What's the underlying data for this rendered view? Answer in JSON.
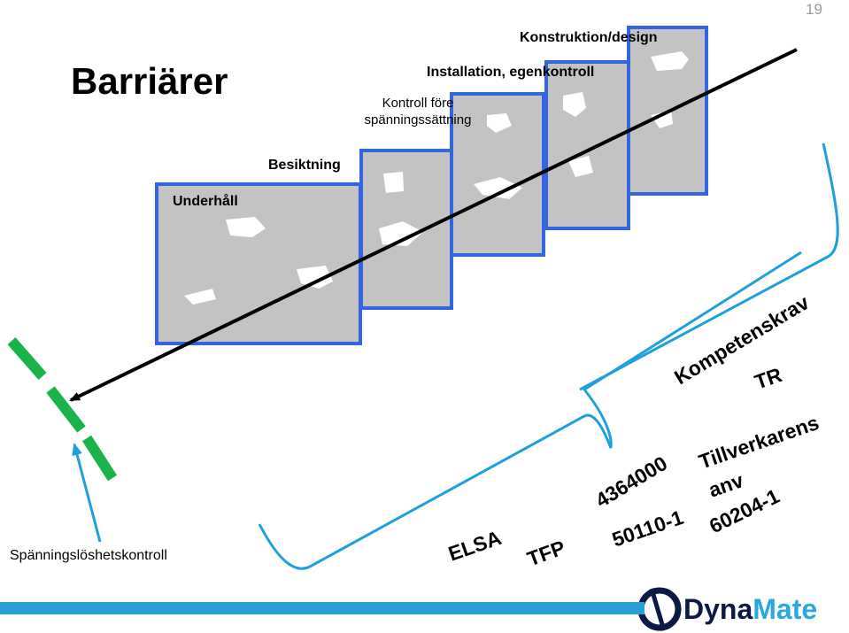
{
  "page_number": "19",
  "title": "Barriärer",
  "layers": [
    {
      "label": "Konstruktion/design"
    },
    {
      "label": "Installation, egenkontroll"
    },
    {
      "label": "Kontroll före spänningssättning"
    },
    {
      "label": "Besiktning"
    },
    {
      "label": "Underhåll"
    }
  ],
  "barrier_label": "Spänningslöshetskontroll",
  "standards": {
    "elsa": "ELSA",
    "tfp": "TFP",
    "n4364000": "4364000",
    "n50110": "50110-1",
    "tillverkarens_anv_line1": "Tillverkarens",
    "tillverkarens_anv_line2": "anv",
    "n60204": "60204-1",
    "kompetenskrav": "Kompetenskrav",
    "tr": "TR"
  },
  "logo": {
    "part1": "Dyna",
    "part2": "Mate"
  },
  "colors": {
    "panel_fill": "#c3c3c3",
    "panel_border": "#3464e0",
    "brace": "#1ea0dc",
    "barrier_green": "#1ab34a",
    "arrow_black": "#000000",
    "logo_dark": "#0a1a44",
    "logo_light": "#29a8df"
  }
}
